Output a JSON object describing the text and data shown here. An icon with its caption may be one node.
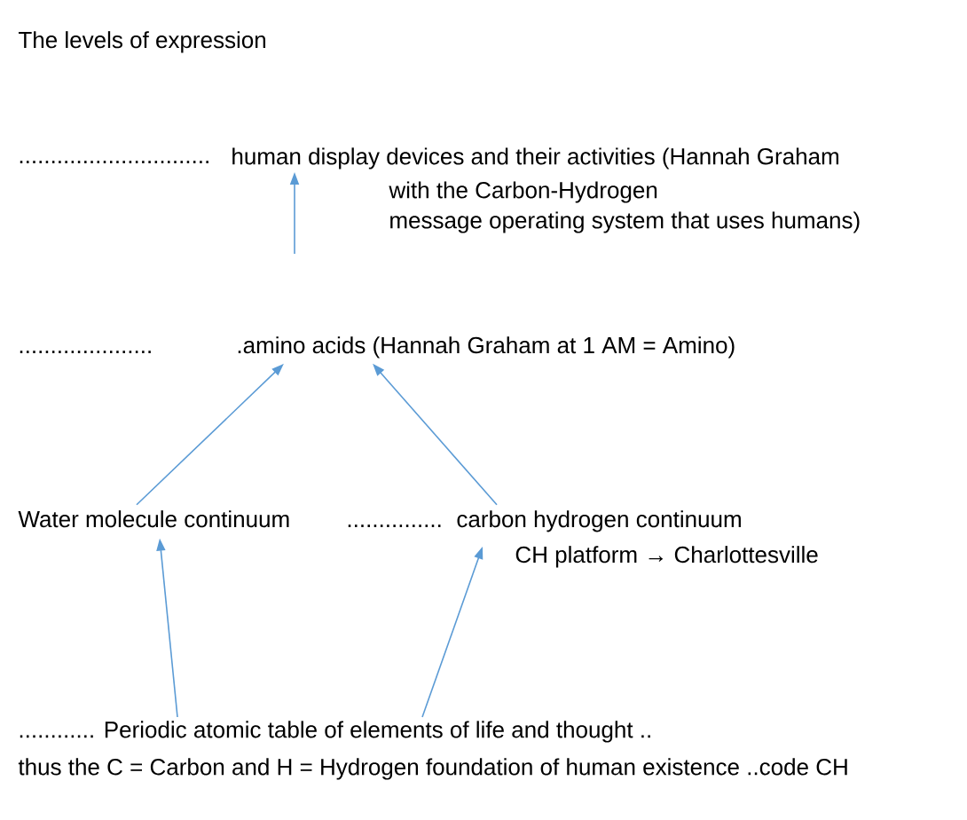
{
  "diagram": {
    "title": "The levels of expression",
    "nodes": [
      {
        "text": [
          "............ Periodic atomic table of elements of life and thought .. thus the C = Carbon and H = Hydrogen foundation of human existence ..code CH"
        ]
      },
      {
        "text": [
          "Water molecule continuum"
        ]
      },
      {
        "text": [
          "carbon hydrogen continuum"
        ],
        "beside": [
          "CH   platform → Charlottesville"
        ]
      },
      {
        "text": [
          ".amino acids (Hannah Graham at 1 AM = Amino)"
        ]
      },
      {
        "text": [
          "human display devices and their activities (Hannah Graham",
          "with the  Carbon-Hydrogen message operating system that uses humans)"
        ]
      }
    ],
    "edges": [
      {
        "from": 0,
        "to": 1,
        "arrow": "to"
      },
      {
        "from": 0,
        "to": 2,
        "arrow": "to"
      },
      {
        "from": 1,
        "to": 3,
        "arrow": "to"
      },
      {
        "from": 2,
        "to": 3,
        "arrow": "to"
      },
      {
        "from": null,
        "to": 4,
        "arrow": "to"
      }
    ],
    "labels": [
      "..............................",
      ".....................",
      "..............."
    ]
  }
}
